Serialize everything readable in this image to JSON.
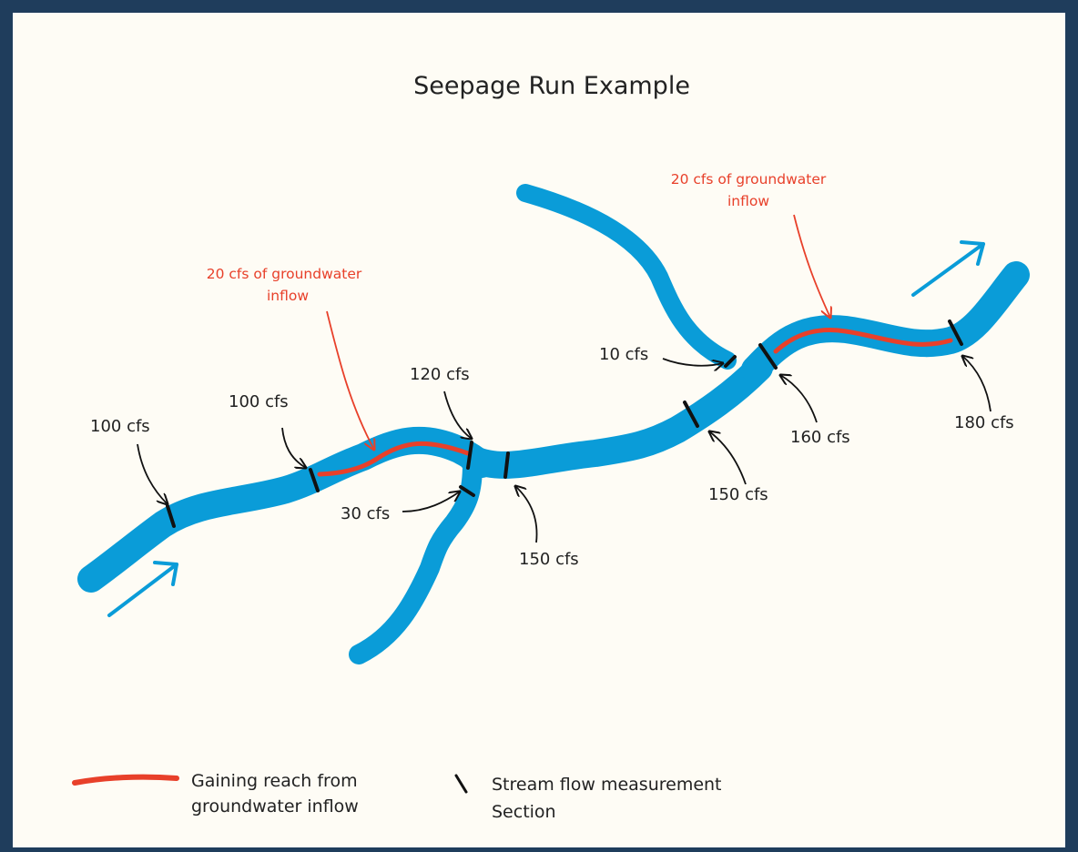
{
  "title": "Seepage Run Example",
  "colors": {
    "stream": "#0a9cd8",
    "gaining": "#e8402a",
    "annotation": "#e8402a",
    "measurement": "#111111",
    "frame": "#1f3d5c",
    "background": "#fefcf5"
  },
  "inflow_notes": [
    {
      "line1": "20 cfs of groundwater",
      "line2": "inflow"
    },
    {
      "line1": "20 cfs of groundwater",
      "line2": "inflow"
    }
  ],
  "flow_labels": [
    "100 cfs",
    "100 cfs",
    "120 cfs",
    "30 cfs",
    "150 cfs",
    "150 cfs",
    "10 cfs",
    "160 cfs",
    "180 cfs"
  ],
  "legend": {
    "gaining_line1": "Gaining reach from",
    "gaining_line2": "groundwater inflow",
    "measure_line1": "Stream flow measurement",
    "measure_line2": "Section"
  }
}
